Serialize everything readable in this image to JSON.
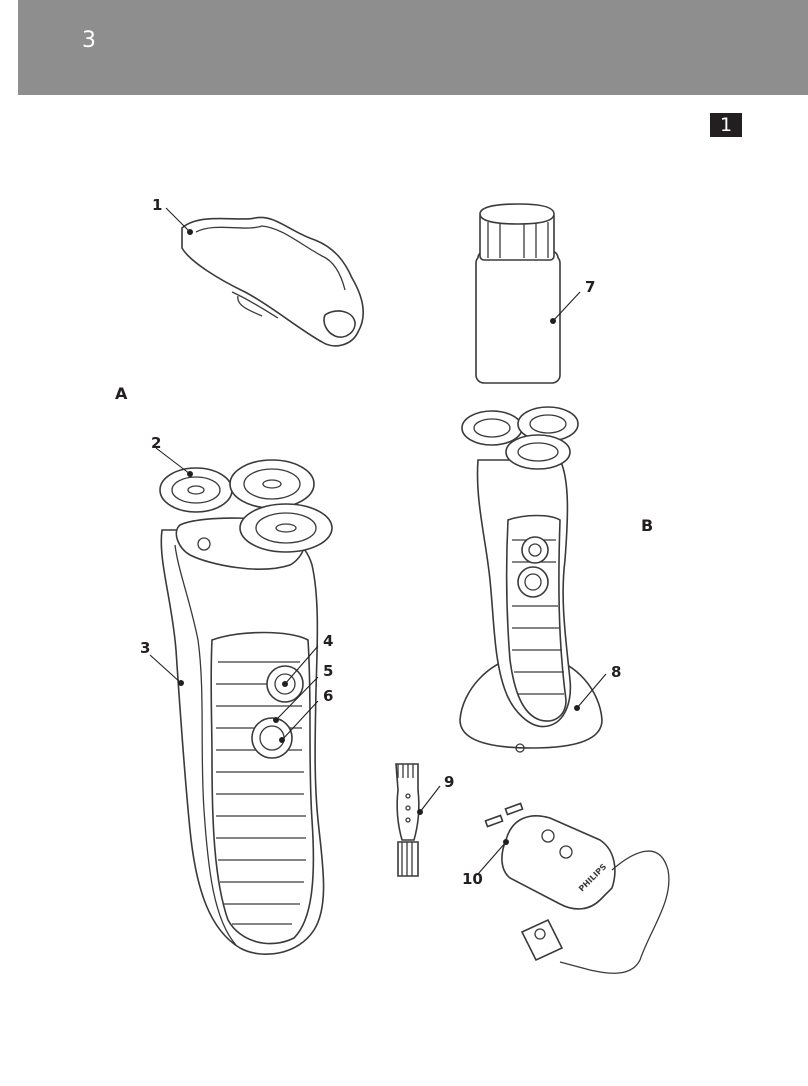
{
  "header": {
    "page_number": "3",
    "figure_tag": "1"
  },
  "figure_letters": {
    "a": "A",
    "b": "B"
  },
  "callouts": [
    "1",
    "2",
    "3",
    "4",
    "5",
    "6",
    "7",
    "8",
    "9",
    "10"
  ],
  "adapter_brand": "PHILIPS",
  "colors": {
    "header_band": "#8e8e8e",
    "figure_tag": "#231f20",
    "line_art": "#3a3a3a"
  }
}
